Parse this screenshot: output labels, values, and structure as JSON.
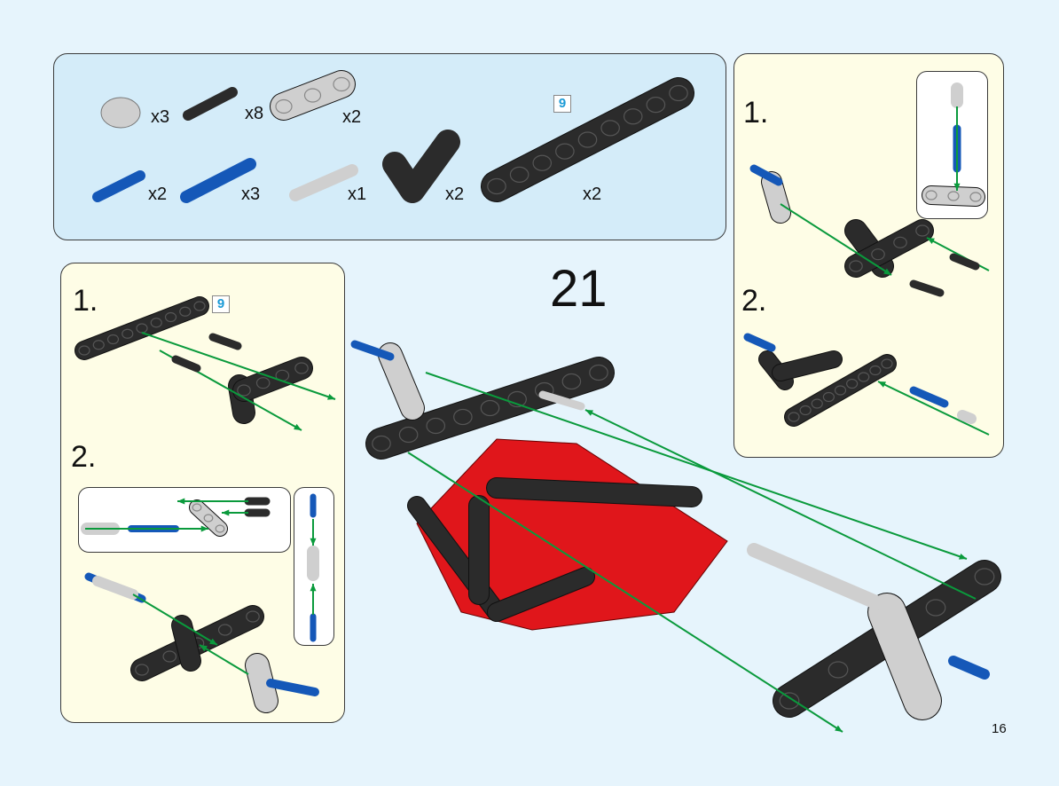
{
  "step_number": "21",
  "page_number": "16",
  "parts_list": [
    {
      "name": "bush",
      "color": "light-gray",
      "qty": "x3"
    },
    {
      "name": "friction-pin",
      "color": "black",
      "qty": "x8"
    },
    {
      "name": "beam-3",
      "color": "light-gray",
      "qty": "x2"
    },
    {
      "name": "axle-pin",
      "color": "blue",
      "qty": "x2"
    },
    {
      "name": "long-pin",
      "color": "blue",
      "qty": "x3"
    },
    {
      "name": "cross-connector",
      "color": "light-gray",
      "qty": "x1"
    },
    {
      "name": "l-beam",
      "color": "black",
      "qty": "x2"
    },
    {
      "name": "beam-9",
      "color": "black",
      "qty": "x2",
      "length_label": "9"
    }
  ],
  "right_substep": {
    "steps": [
      "1.",
      "2."
    ]
  },
  "left_substep": {
    "steps": [
      "1.",
      "2."
    ],
    "length_label": "9"
  },
  "colors": {
    "background": "#e6f4fc",
    "parts_panel": "#d4ecf9",
    "substep_panel": "#fefde6",
    "arrow": "#0a9a3c",
    "length_label": "#1a9ad6"
  }
}
